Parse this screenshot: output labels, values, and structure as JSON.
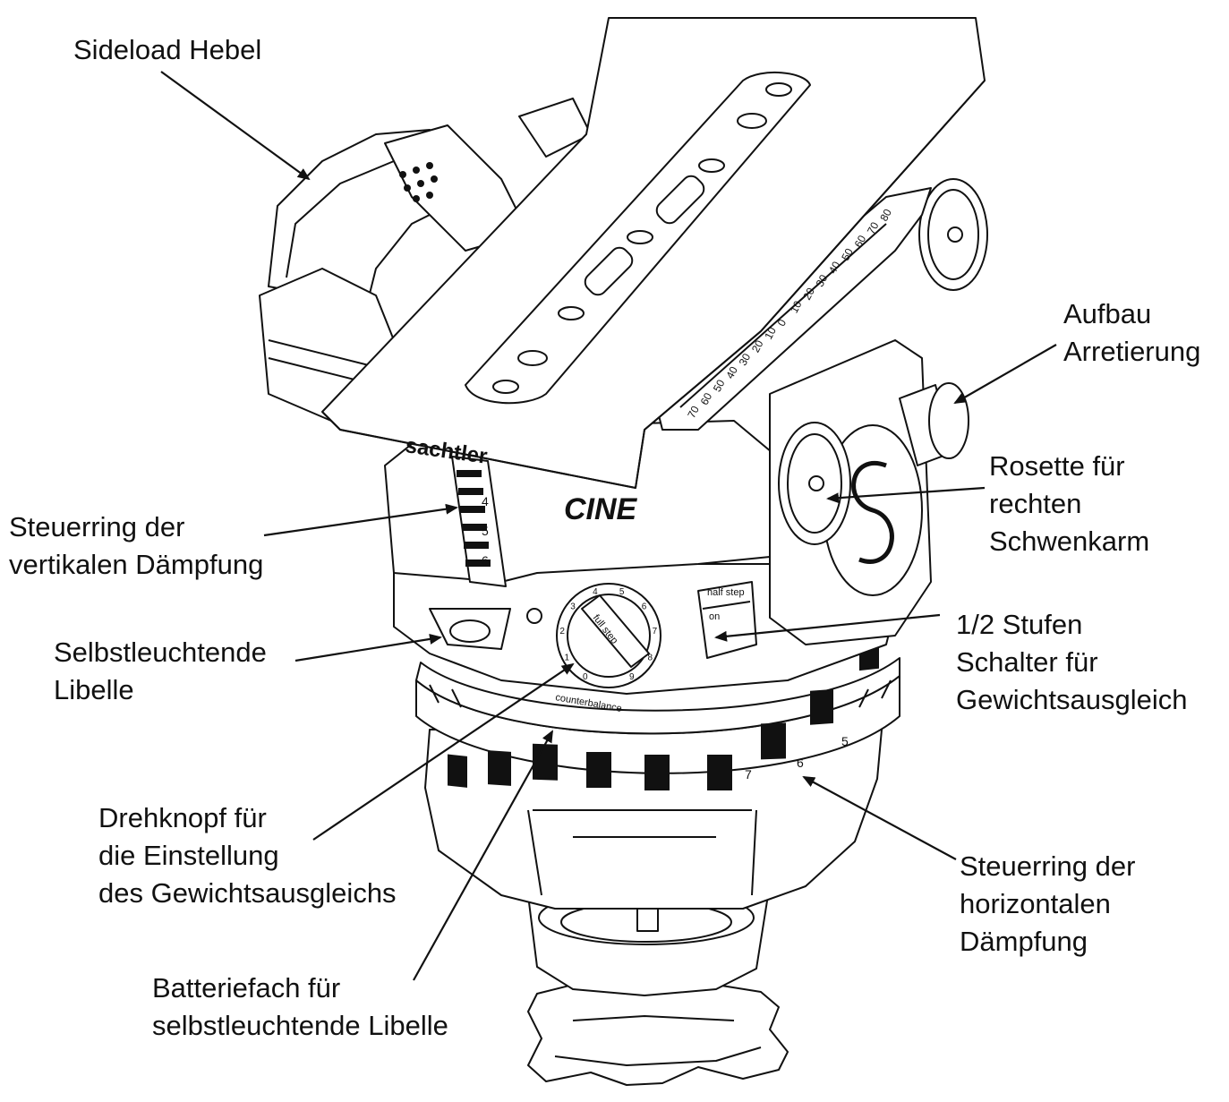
{
  "labels": {
    "sideload": [
      "Sideload Hebel"
    ],
    "aufbau": [
      "Aufbau",
      "Arretierung"
    ],
    "rosette": [
      "Rosette für",
      "rechten",
      "Schwenkarm"
    ],
    "steuerring_vertikal": [
      "Steuerring der",
      "vertikalen Dämpfung"
    ],
    "libelle": [
      "Selbstleuchtende",
      "Libelle"
    ],
    "stufen": [
      "1/2 Stufen",
      "Schalter für",
      "Gewichtsausgleich"
    ],
    "drehknopf": [
      "Drehknopf für",
      "die Einstellung",
      "des Gewichtsausgleichs"
    ],
    "steuerring_horizontal": [
      "Steuerring der",
      "horizontalen",
      "Dämpfung"
    ],
    "batteriefach": [
      "Batteriefach für",
      "selbstleuchtende Libelle"
    ]
  },
  "device_markings": {
    "brand": "sachtler",
    "model": "CINE",
    "counterbalance": "counterbalance",
    "full_step": "full step",
    "half_step": "half step",
    "on": "on",
    "tilt_scale": [
      "70",
      "60",
      "50",
      "40",
      "30",
      "20",
      "10",
      "0",
      "10",
      "20",
      "30",
      "40",
      "50",
      "60",
      "70",
      "80"
    ],
    "vertical_ring_numbers": [
      "4",
      "5",
      "6"
    ],
    "horizontal_ring_numbers": [
      "7",
      "6",
      "5"
    ],
    "dial_numbers": [
      "0",
      "1",
      "2",
      "3",
      "4",
      "5",
      "6",
      "7",
      "8",
      "9"
    ]
  }
}
